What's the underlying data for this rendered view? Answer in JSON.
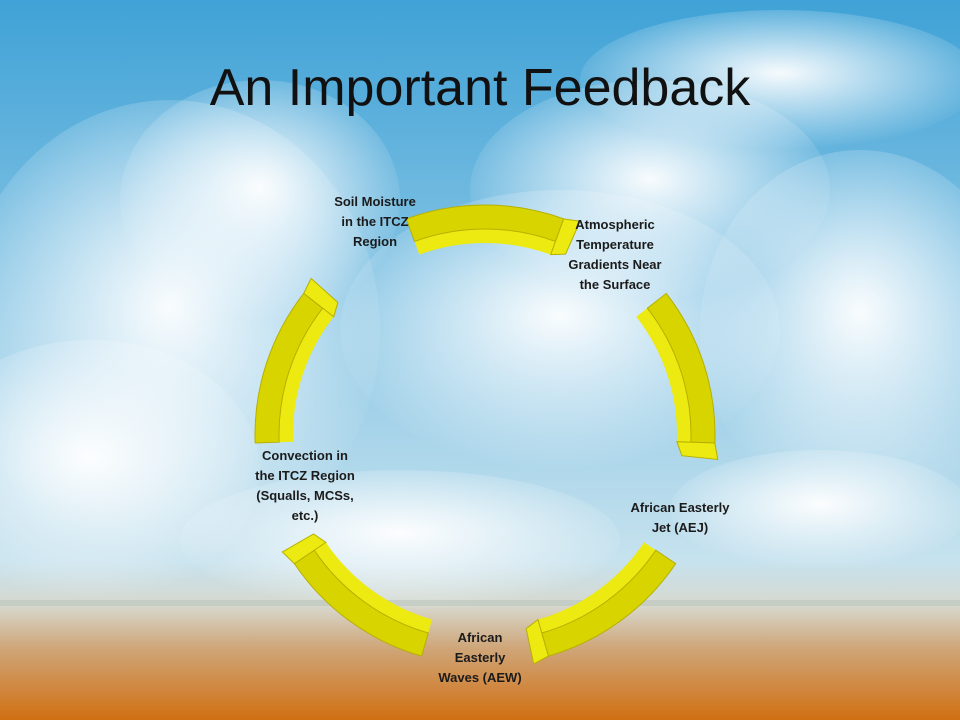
{
  "slide": {
    "title": "An Important Feedback"
  },
  "cycle": {
    "arrow_color": "#d8d400",
    "arrow_highlight": "#ecea10",
    "arrow_shadow": "#b5b000",
    "nodes": [
      {
        "id": "soil",
        "label": "Soil Moisture in the ITCZ Region"
      },
      {
        "id": "atm",
        "label": "Atmospheric Temperature Gradients Near the Surface"
      },
      {
        "id": "aej",
        "label": "African Easterly Jet (AEJ)"
      },
      {
        "id": "aew",
        "label": "African Easterly Waves (AEW)"
      },
      {
        "id": "conv",
        "label": "Convection in the ITCZ Region (Squalls, MCSs, etc.)"
      }
    ]
  },
  "background": {
    "sky_top": "#4aa6d6",
    "sky_mid": "#a9d4ea",
    "horizon": "#c9c8b8",
    "ground": "#d2781c"
  }
}
